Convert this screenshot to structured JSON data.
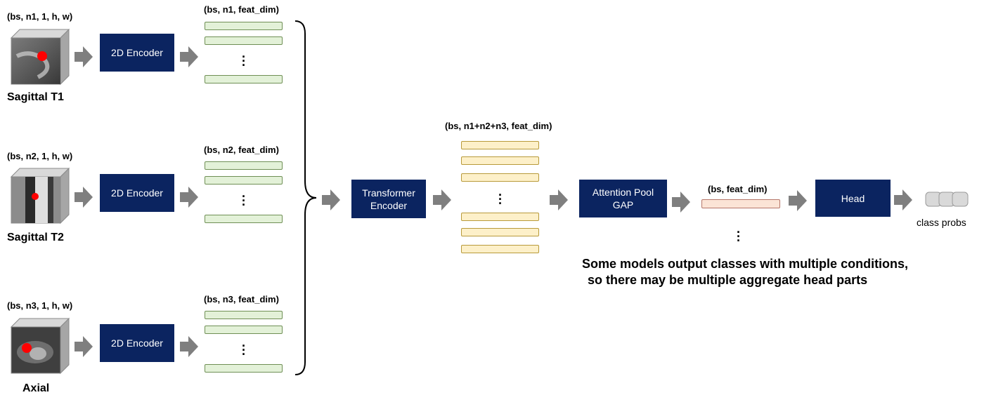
{
  "inputs": [
    {
      "shape": "(bs, n1, 1, h, w)",
      "label": "Sagittal T1",
      "features": "(bs, n1, feat_dim)"
    },
    {
      "shape": "(bs, n2, 1, h, w)",
      "label": "Sagittal T2",
      "features": "(bs, n2, feat_dim)"
    },
    {
      "shape": "(bs, n3, 1, h, w)",
      "label": "Axial",
      "features": "(bs, n3, feat_dim)"
    }
  ],
  "encoder_label": "2D Encoder",
  "transformer": {
    "line1": "Transformer",
    "line2": "Encoder"
  },
  "concat_shape": "(bs, n1+n2+n3, feat_dim)",
  "pool": {
    "line1": "Attention Pool",
    "line2": "GAP"
  },
  "pooled_shape": "(bs, feat_dim)",
  "head_label": "Head",
  "output_label": "class probs",
  "note": {
    "line1": "Some models output classes with multiple conditions,",
    "line2": "so there may be multiple aggregate head parts"
  },
  "colors": {
    "block": "#0b2460",
    "arrow": "#7f7f7f",
    "feature": "#e3f1d8",
    "concat": "#fdf0c9",
    "pooled": "#fbe4d6",
    "mri_marker": "#ff0000"
  },
  "icons": [
    "mri-volume-icon",
    "right-arrow-icon",
    "curly-brace-icon",
    "vertical-dots-icon"
  ]
}
